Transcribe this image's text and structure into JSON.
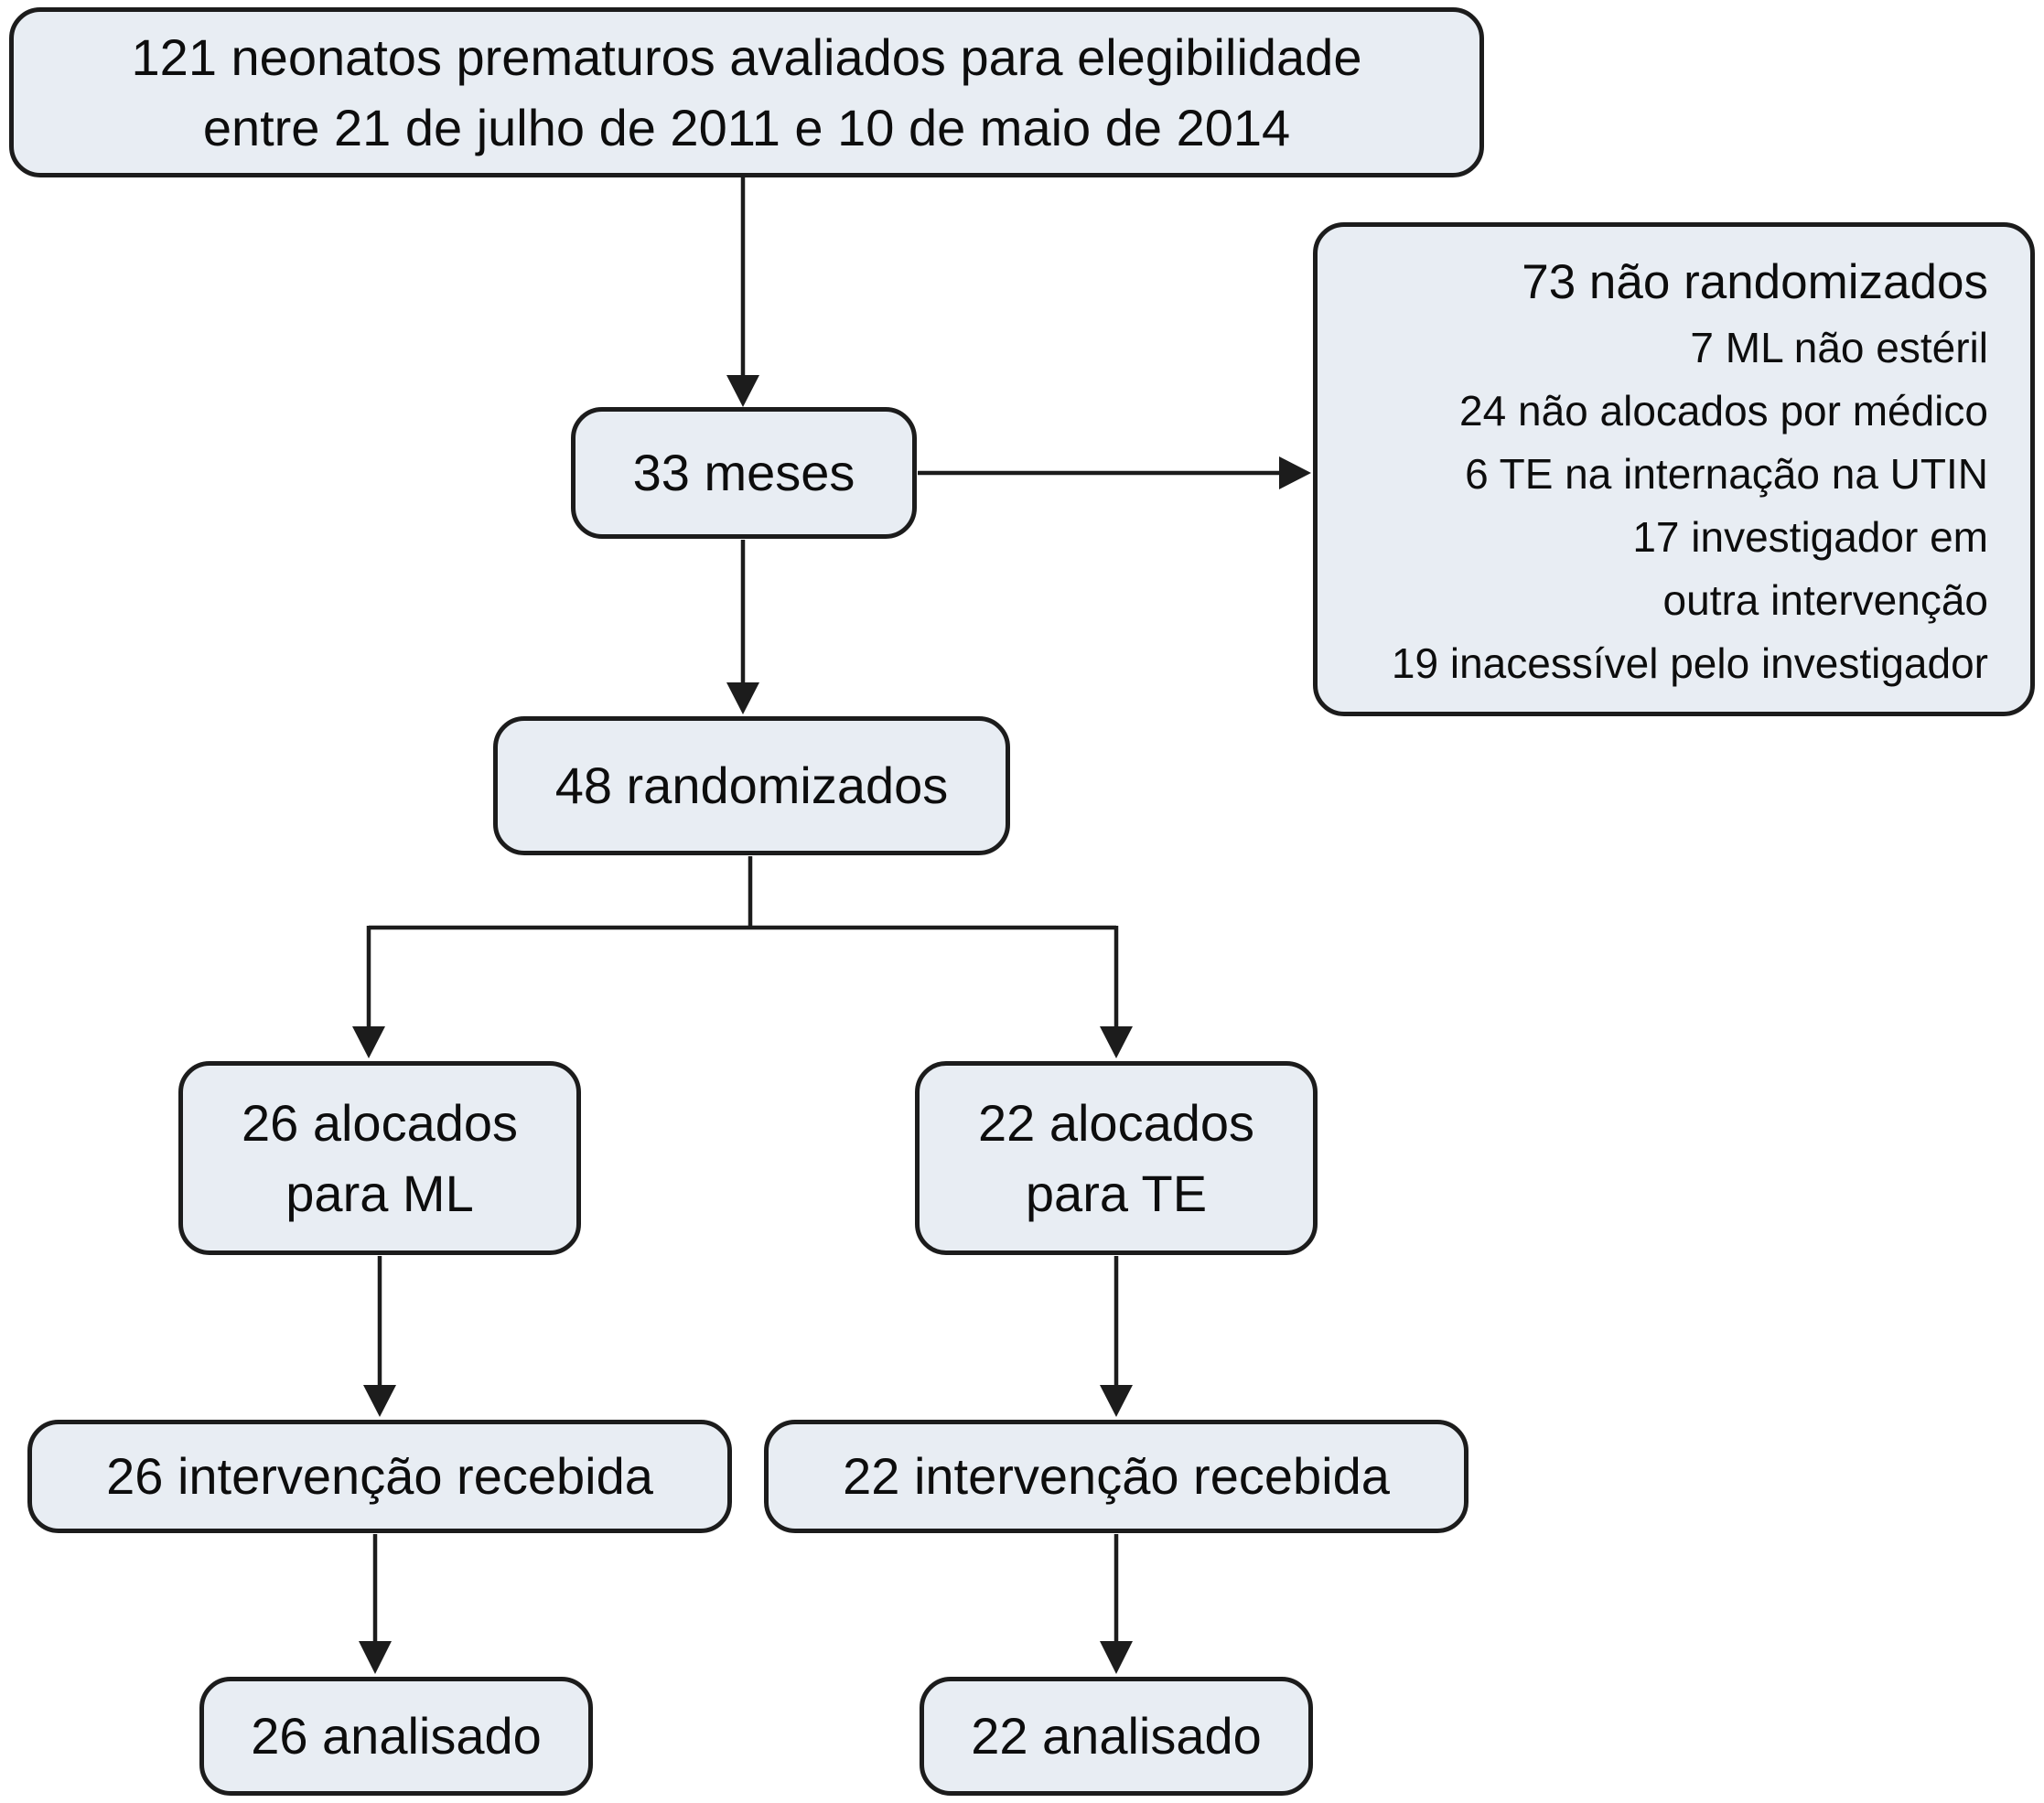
{
  "diagram": {
    "type": "flowchart",
    "nodes": {
      "eligibility": {
        "lines": [
          "121 neonatos prematuros avaliados para elegibilidade",
          "entre 21 de julho de 2011 e 10 de maio de 2014"
        ]
      },
      "months": {
        "label": "33 meses"
      },
      "not_randomized": {
        "title": "73 não randomizados",
        "reasons": [
          "7 ML não estéril",
          "24 não alocados por médico",
          "6 TE na internação na UTIN",
          "17 investigador em\noutra intervenção",
          "19 inacessível pelo investigador"
        ]
      },
      "randomized": {
        "label": "48 randomizados"
      },
      "ml_allocated": {
        "lines": [
          "26 alocados",
          "para ML"
        ]
      },
      "te_allocated": {
        "lines": [
          "22 alocados",
          "para TE"
        ]
      },
      "ml_received": {
        "label": "26 intervenção recebida"
      },
      "te_received": {
        "label": "22 intervenção recebida"
      },
      "ml_analyzed": {
        "label": "26 analisado"
      },
      "te_analyzed": {
        "label": "22 analisado"
      }
    },
    "colors": {
      "box_fill": "#e8edf3",
      "box_border": "#1c1c1c",
      "arrow": "#1c1c1c",
      "text": "#0d0d0d"
    }
  }
}
